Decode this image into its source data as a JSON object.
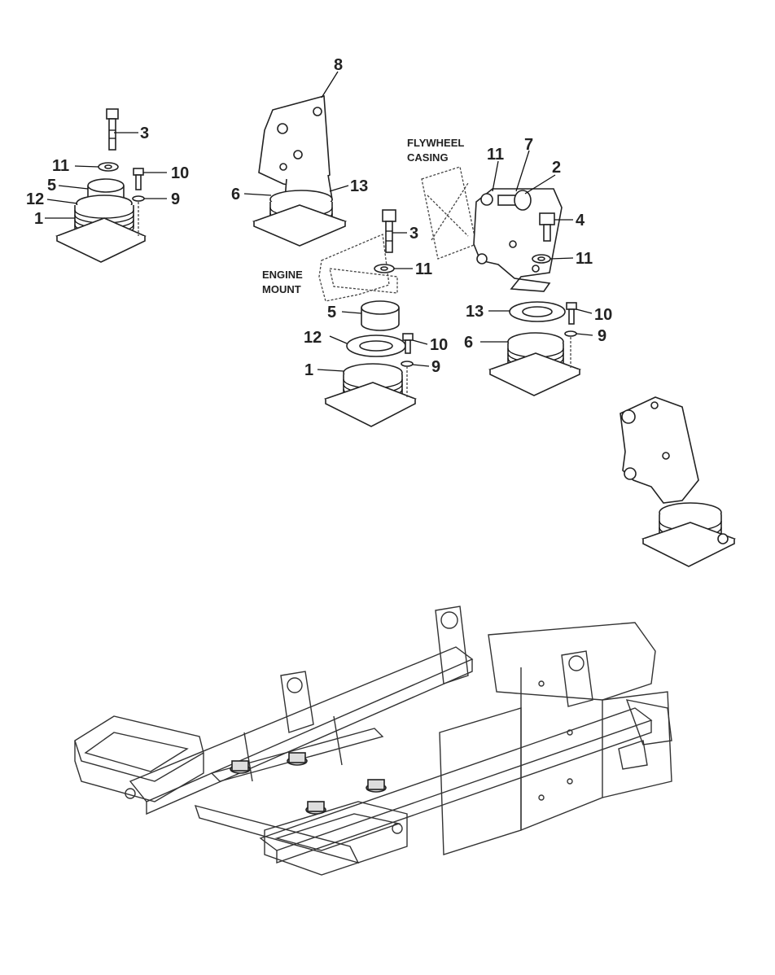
{
  "labels": {
    "top_left_3": "3",
    "top_left_11": "11",
    "top_left_10": "10",
    "top_left_5": "5",
    "top_left_12": "12",
    "top_left_9": "9",
    "top_left_1": "1",
    "top_8": "8",
    "top_6": "6",
    "top_13": "13",
    "center_3": "3",
    "center_11": "11",
    "center_5": "5",
    "center_12": "12",
    "center_10": "10",
    "center_1": "1",
    "center_9": "9",
    "right_11a": "11",
    "right_7": "7",
    "right_2": "2",
    "right_4": "4",
    "right_11b": "11",
    "right_13": "13",
    "right_10": "10",
    "right_6": "6",
    "right_9": "9"
  },
  "captions": {
    "flywheel_line1": "FLYWHEEL",
    "flywheel_line2": "CASING",
    "engine_line1": "ENGINE",
    "engine_line2": "MOUNT"
  },
  "colors": {
    "line": "#222222",
    "background": "#ffffff"
  }
}
